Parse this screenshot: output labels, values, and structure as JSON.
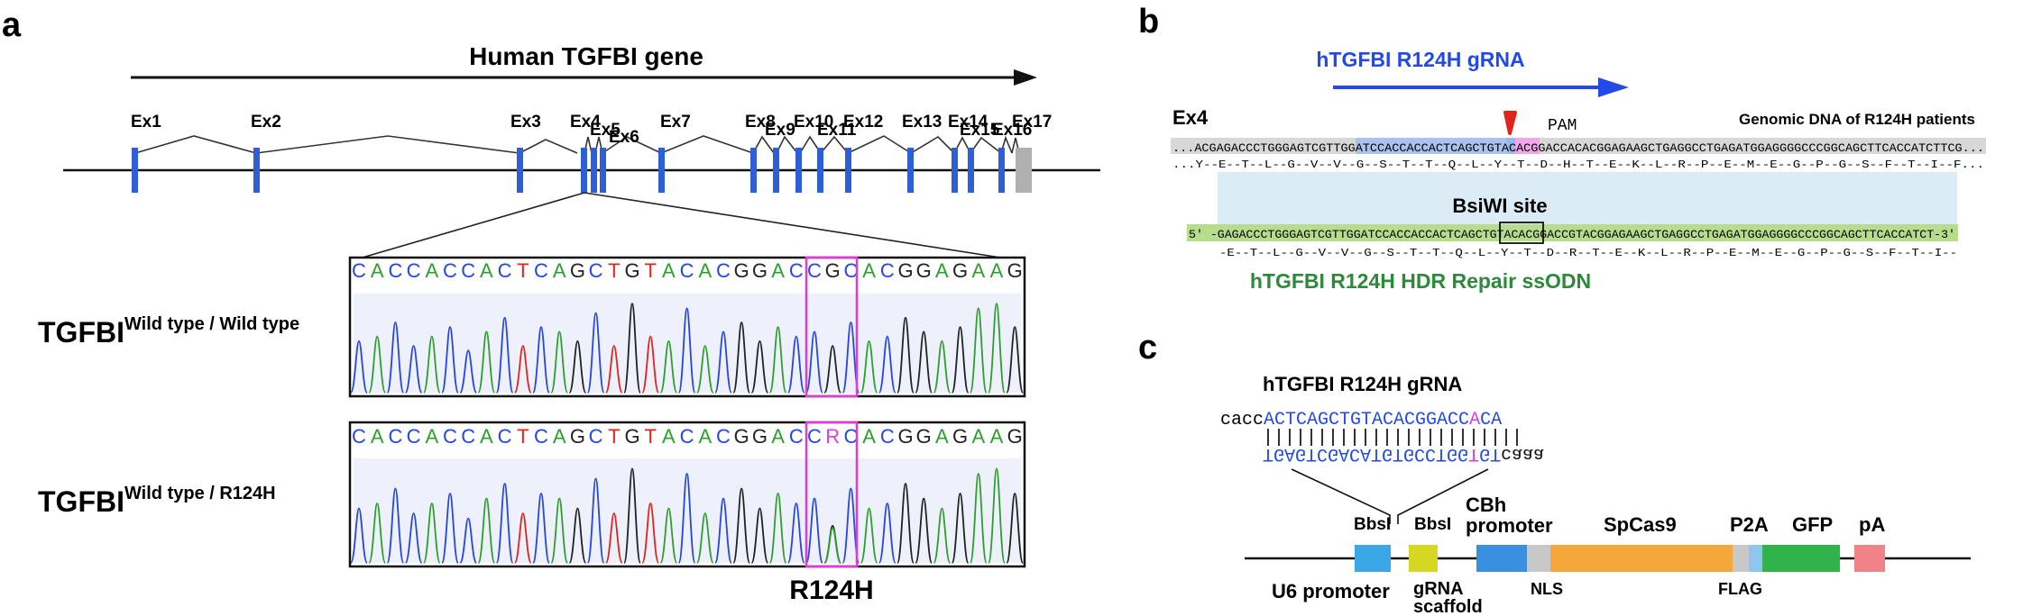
{
  "panels": {
    "a": "a",
    "b": "b",
    "c": "c"
  },
  "colors": {
    "exon": "#2f5fd6",
    "gray_exon": "#b0b0b0",
    "magenta": "#e23ad6",
    "blue_text": "#2349e6",
    "green_text": "#2c8a3a",
    "red_marker": "#e0241c"
  },
  "panel_a": {
    "gene_title": "Human TGFBI gene",
    "exons": [
      "Ex1",
      "Ex2",
      "Ex3",
      "Ex4",
      "Ex5",
      "Ex6",
      "Ex7",
      "Ex8",
      "Ex9",
      "Ex10",
      "Ex11",
      "Ex12",
      "Ex13",
      "Ex14",
      "Ex15",
      "Ex16",
      "Ex17"
    ],
    "sequence": [
      "C",
      "A",
      "C",
      "C",
      "A",
      "C",
      "C",
      "A",
      "C",
      "T",
      "C",
      "A",
      "G",
      "C",
      "T",
      "G",
      "T",
      "A",
      "C",
      "A",
      "C",
      "G",
      "G",
      "A",
      "C",
      "C",
      "G",
      "C",
      "A",
      "C",
      "G",
      "G",
      "A",
      "G",
      "A",
      "A",
      "G"
    ],
    "sequence_mut": [
      "C",
      "A",
      "C",
      "C",
      "A",
      "C",
      "C",
      "A",
      "C",
      "T",
      "C",
      "A",
      "G",
      "C",
      "T",
      "G",
      "T",
      "A",
      "C",
      "A",
      "C",
      "G",
      "G",
      "A",
      "C",
      "C",
      "R",
      "C",
      "A",
      "C",
      "G",
      "G",
      "A",
      "G",
      "A",
      "A",
      "G"
    ],
    "wt_label_main": "TGFBI",
    "wt_label_sup": "Wild type / Wild type",
    "het_label_main": "TGFBI",
    "het_label_sup": "Wild type / R124H",
    "mutation_label": "R124H"
  },
  "panel_b": {
    "grna_label": "hTGFBI R124H gRNA",
    "ex4_label": "Ex4",
    "pam_label": "PAM",
    "genomic_label": "Genomic DNA of R124H patients",
    "genomic_seq": "...ACGAGACCCTGGGAGTCGTTGGATCCACCACCACTCAGCTGTACACGGACCACACGGAGAAGCTGAGGCCTGAGATGGAGGGGCCCGGCAGCTTCACCATCTTCG...",
    "genomic_aa": "...Y--E--T--L--G--V--V--G--S--T--T--Q--L--Y--T--D--H--T--E--K--L--R--P--E--M--E--G--P--G--S--F--T--I--F...",
    "bsiwi_label": "BsiWI site",
    "ssodn_seq": "5' -GAGACCCTGGGAGTCGTTGGATCCACCACCACTCAGCTGTACACGGACCGTACGGAGAAGCTGAGGCCTGAGATGGAGGGGCCCGGCAGCTTCACCATCT-3'",
    "ssodn_aa": "-E--T--L--G--V--V--G--S--T--T--Q--L--Y--T--D--R--T--E--K--L--R--P--E--M--E--G--P--G--S--F--T--I--",
    "ssodn_label": "hTGFBI R124H HDR Repair ssODN"
  },
  "panel_c": {
    "grna_title": "hTGFBI R124H gRNA",
    "top_prefix": "cacc",
    "top_seq": "ACTCAGCTGTACACGGACC",
    "top_mut": "A",
    "top_end": "CA",
    "pipes": "||||||||||||||||||||||||",
    "bottom_seq": "TGAGTCGACATGTGCCTGG",
    "bottom_mut": "T",
    "bottom_end": "GT",
    "bottom_suffix": "caaa",
    "features": {
      "bbsi1": "BbsI",
      "bbsi2": "BbsI",
      "cbh1": "CBh",
      "cbh2": "promoter",
      "spcas9": "SpCas9",
      "p2a": "P2A",
      "gfp": "GFP",
      "pa": "pA",
      "u6": "U6 promoter",
      "grna1": "gRNA",
      "grna2": "scaffold",
      "nls": "NLS",
      "flag": "FLAG"
    }
  }
}
